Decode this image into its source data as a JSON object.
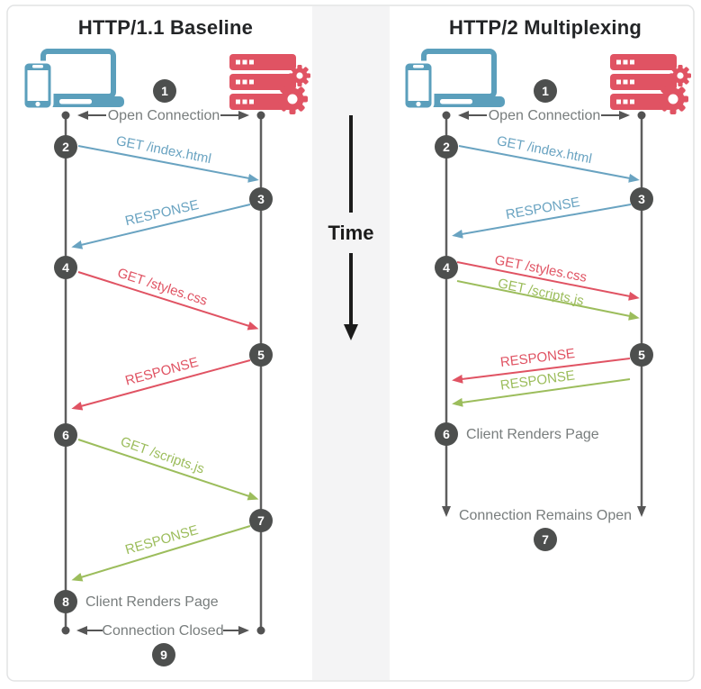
{
  "colors": {
    "request_blue": "#69a3c1",
    "request_red": "#e05363",
    "request_green": "#9cbd5c",
    "step_circle": "#4d4f4e",
    "lifeline_gray": "#5e5e5e",
    "annotation_gray": "#787d7d",
    "client_icon_blue": "#5b9fbc",
    "server_icon_red": "#e05363",
    "time_strip_bg": "#f4f4f5",
    "card_border": "#e2e3e4"
  },
  "time_column": {
    "label": "Time"
  },
  "left": {
    "title": "HTTP/1.1 Baseline",
    "open_connection_label": "Open Connection",
    "client_renders_label": "Client Renders Page",
    "connection_closed_label": "Connection Closed",
    "steps": [
      "1",
      "2",
      "3",
      "4",
      "5",
      "6",
      "7",
      "8",
      "9"
    ],
    "messages": [
      {
        "label": "GET /index.html"
      },
      {
        "label": "RESPONSE"
      },
      {
        "label": "GET /styles.css"
      },
      {
        "label": "RESPONSE"
      },
      {
        "label": "GET /scripts.js"
      },
      {
        "label": "RESPONSE"
      }
    ]
  },
  "right": {
    "title": "HTTP/2 Multiplexing",
    "open_connection_label": "Open Connection",
    "client_renders_label": "Client Renders Page",
    "connection_remains_open_label": "Connection Remains Open",
    "steps": [
      "1",
      "2",
      "3",
      "4",
      "5",
      "6",
      "7"
    ],
    "messages": [
      {
        "label": "GET /index.html"
      },
      {
        "label": "RESPONSE"
      },
      {
        "label": "GET /styles.css"
      },
      {
        "label": "GET /scripts.js"
      },
      {
        "label": "RESPONSE"
      },
      {
        "label": "RESPONSE"
      }
    ]
  }
}
